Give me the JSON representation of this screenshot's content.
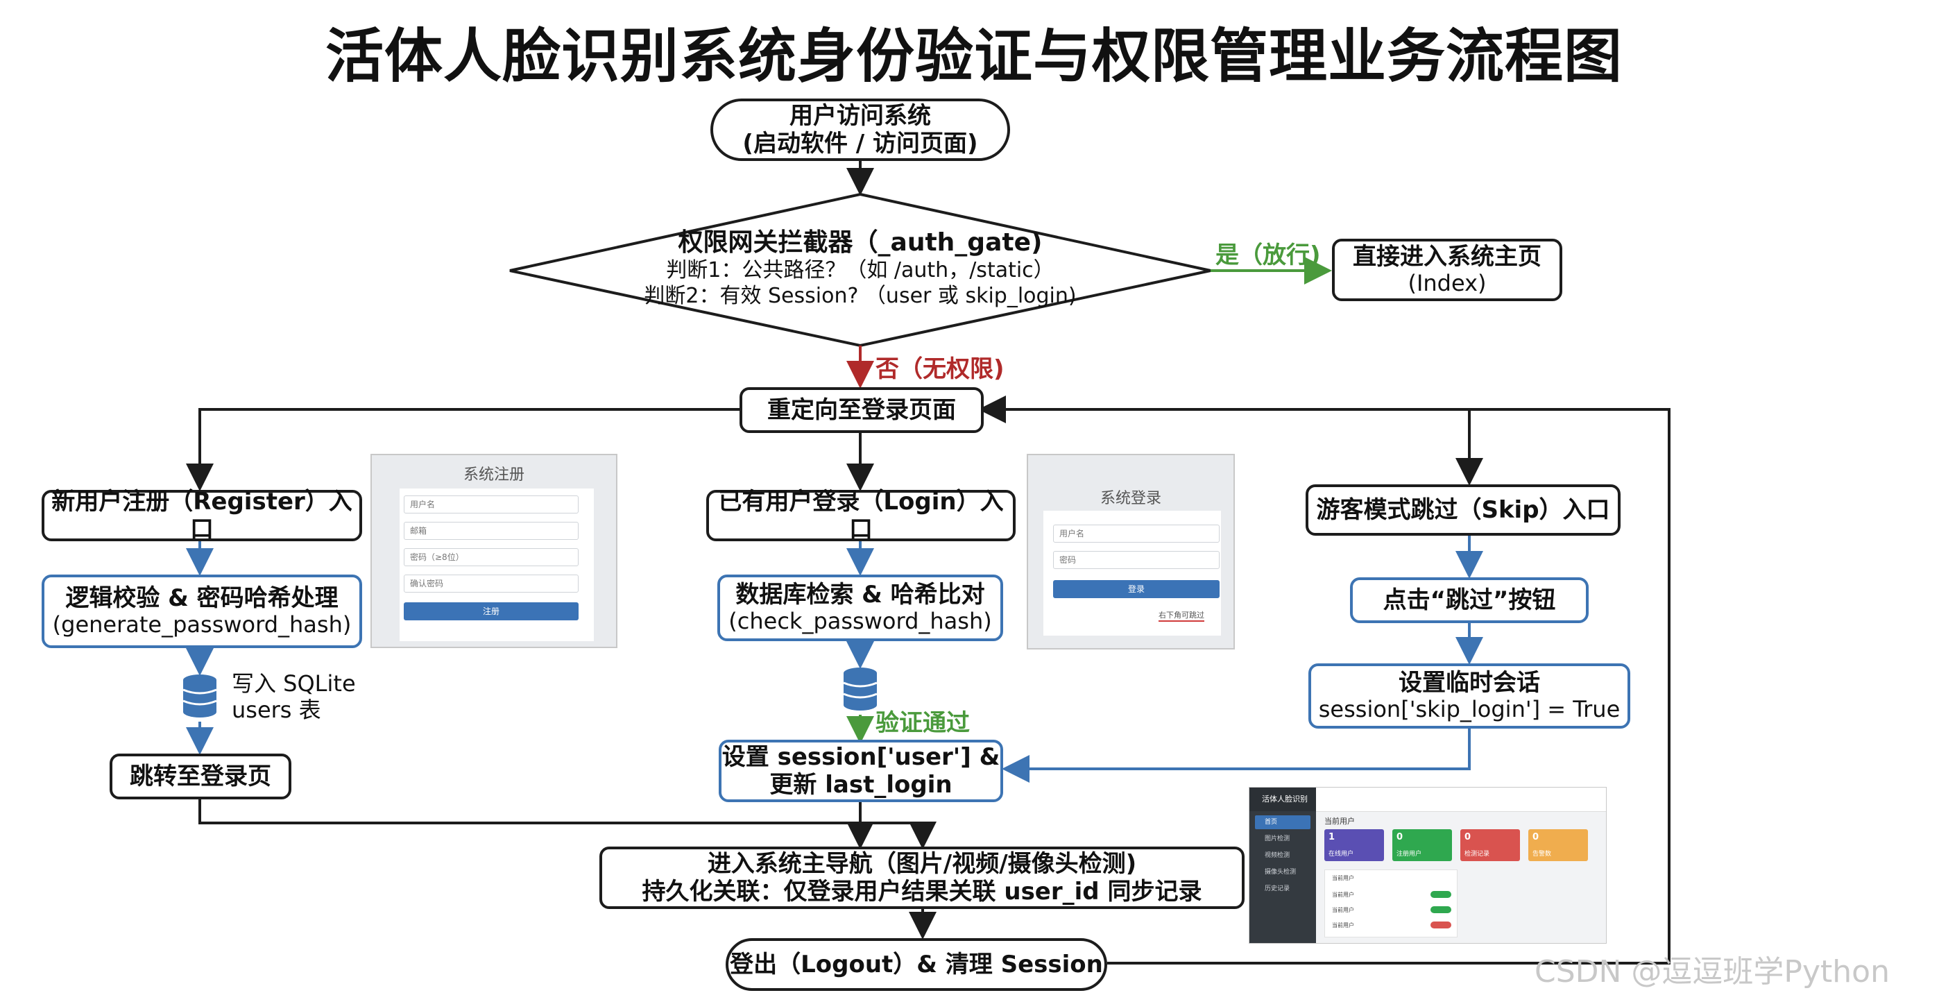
{
  "title": "活体人脸识别系统身份验证与权限管理业务流程图",
  "nodes": {
    "start": {
      "line1": "用户访问系统",
      "line2": "(启动软件 / 访问页面)"
    },
    "gate": {
      "line1": "权限网关拦截器（_auth_gate)",
      "line2": "判断1：公共路径？（如 /auth，/static）",
      "line3": "判断2：有效 Session? （user 或 skip_login)"
    },
    "index": {
      "line1": "直接进入系统主页",
      "line2": "(Index)"
    },
    "redirect": {
      "line1": "重定向至登录页面"
    },
    "register": {
      "line1": "新用户注册（Register）入口"
    },
    "login": {
      "line1": "已有用户登录（Login）入口"
    },
    "skip": {
      "line1": "游客模式跳过（Skip）入口"
    },
    "validate": {
      "line1": "逻辑校验 & 密码哈希处理",
      "line2": "(generate_password_hash)"
    },
    "dbcheck": {
      "line1": "数据库检索 & 哈希比对",
      "line2": "(check_password_hash)"
    },
    "clickskip": {
      "line1": "点击“跳过”按钮"
    },
    "tempsession": {
      "line1": "设置临时会话",
      "line2": "session['skip_login'] = True"
    },
    "db_label": {
      "line1": "写入 SQLite",
      "line2": "users 表"
    },
    "to_login": {
      "line1": "跳转至登录页"
    },
    "set_session": {
      "line1": "设置 session['user'] &",
      "line2": "更新 last_login"
    },
    "main_nav": {
      "line1": "进入系统主导航（图片/视频/摄像头检测)",
      "line2": "持久化关联：仅登录用户结果关联 user_id 同步记录"
    },
    "logout": {
      "line1": "登出（Logout）& 清理 Session"
    }
  },
  "edge_labels": {
    "yes": "是（放行)",
    "no": "否（无权限)",
    "verified": "验证通过"
  },
  "mock_register": {
    "title": "系统注册",
    "fields": [
      "用户名",
      "邮箱",
      "密码（≥8位）",
      "确认密码"
    ],
    "button": "注册"
  },
  "mock_login": {
    "title": "系统登录",
    "fields": [
      "用户名",
      "密码"
    ],
    "button": "登录",
    "skip_link": "右下角可跳过"
  },
  "mock_dashboard": {
    "sidebar_title": "活体人脸识别",
    "sidebar_items": [
      "首页",
      "图片检测",
      "视频检测",
      "摄像头检测",
      "历史记录"
    ],
    "section_title": "当前用户",
    "stats": [
      {
        "n": "1",
        "t": "在线用户"
      },
      {
        "n": "0",
        "t": "注册用户"
      },
      {
        "n": "0",
        "t": "检测记录"
      },
      {
        "n": "0",
        "t": "告警数"
      }
    ],
    "panel_title": "当前用户",
    "users": [
      "当前用户",
      "当前用户",
      "当前用户"
    ]
  },
  "watermark": "CSDN @逗逗班学Python",
  "colors": {
    "accent_blue": "#3d74b3",
    "yes_green": "#4a9a3c",
    "no_red": "#b02a2a",
    "stat_purple": "#5a4fb3",
    "stat_green": "#2fa84f",
    "stat_red": "#d9534f",
    "stat_yellow": "#f0ad4e"
  }
}
